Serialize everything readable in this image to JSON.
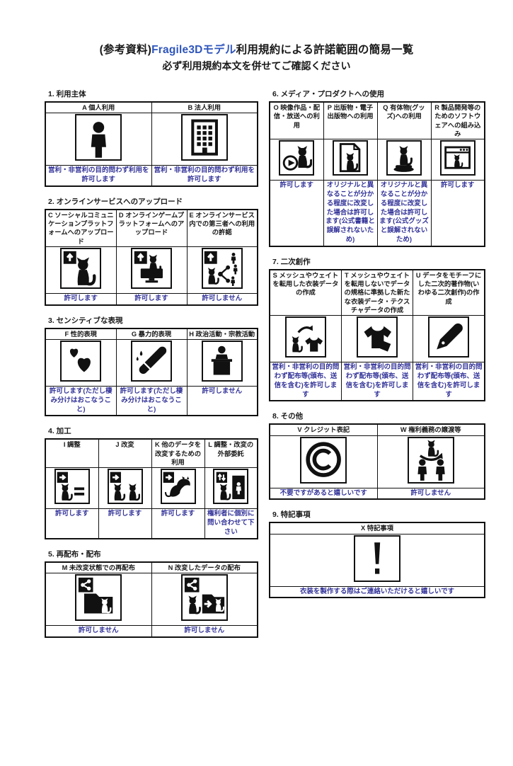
{
  "page": {
    "title_prefix": "(参考資料)",
    "title_brand": "Fragile3Dモデル",
    "title_suffix": "利用規約による許諾範囲の簡易一覧",
    "title_line2": "必ず利用規約本文を併せてご確認ください"
  },
  "colors": {
    "answer_text": "#333399",
    "brand_blue": "#2e55bb",
    "border": "#111111"
  },
  "columns": {
    "left": [
      {
        "heading": "1. 利用主体",
        "cells": [
          {
            "id": "A",
            "header": "A 個人利用",
            "icon": "person-icon",
            "answer": "営利・非営利の目的問わず利用を許可します"
          },
          {
            "id": "B",
            "header": "B 法人利用",
            "icon": "building-icon",
            "answer": "営利・非営利の目的問わず利用を許可します"
          }
        ]
      },
      {
        "heading": "2. オンラインサービスへのアップロード",
        "cells": [
          {
            "id": "C",
            "header": "C ソーシャルコミュニケーションプラットフォームへのアップロード",
            "icon": "upload-cat-icon",
            "answer": "許可します"
          },
          {
            "id": "D",
            "header": "D オンラインゲームプラットフォームへのアップロード",
            "icon": "upload-monitor-cat-icon",
            "answer": "許可します"
          },
          {
            "id": "E",
            "header": "E オンラインサービス内での第三者への利用の許諾",
            "icon": "upload-share-people-icon",
            "answer": "許可しません"
          }
        ]
      },
      {
        "heading": "3. センシティブな表現",
        "cells": [
          {
            "id": "F",
            "header": "F 性的表現",
            "icon": "hearts-icon",
            "answer": "許可します(ただし棲み分けはおこなうこと)"
          },
          {
            "id": "G",
            "header": "G 暴力的表現",
            "icon": "knife-icon",
            "answer": "許可します(ただし棲み分けはおこなうこと)"
          },
          {
            "id": "H",
            "header": "H 政治活動・宗教活動",
            "icon": "podium-icon",
            "answer": "許可しません"
          }
        ]
      },
      {
        "heading": "4. 加工",
        "cells": [
          {
            "id": "I",
            "header": "I 調整",
            "icon": "adjust-cat-icon",
            "answer": "許可します"
          },
          {
            "id": "J",
            "header": "J 改変",
            "icon": "modify-two-cats-icon",
            "answer": "許可します"
          },
          {
            "id": "K",
            "header": "K 他のデータを改変するための利用",
            "icon": "modify-other-data-icon",
            "answer": "許可します"
          },
          {
            "id": "L",
            "header": "L 調整・改変の外部委託",
            "icon": "outsource-door-icon",
            "answer": "権利者に個別に問い合わせて下さい"
          }
        ]
      },
      {
        "heading": "5. 再配布・配布",
        "cells": [
          {
            "id": "M",
            "header": "M 未改変状態での再配布",
            "icon": "share-folder-cat-icon",
            "answer": "許可しません"
          },
          {
            "id": "N",
            "header": "N 改変したデータの配布",
            "icon": "share-folder-modified-icon",
            "answer": "許可しません"
          }
        ]
      }
    ],
    "right": [
      {
        "heading": "6. メディア・プロダクトへの使用",
        "cells": [
          {
            "id": "O",
            "header": "O 映像作品・配信・放送への利用",
            "icon": "video-cat-icon",
            "answer": "許可します"
          },
          {
            "id": "P",
            "header": "P 出版物・電子出版物への利用",
            "icon": "document-cat-icon",
            "answer": "オリジナルと異なることが分かる程度に改変した場合は許可します(公式書籍と誤解されないため)"
          },
          {
            "id": "Q",
            "header": "Q 有体物(グッズ)への利用",
            "icon": "figurine-icon",
            "answer": "オリジナルと異なることが分かる程度に改変した場合は許可します(公式グッズと誤解されないため)"
          },
          {
            "id": "R",
            "header": "R 製品開発等のためのソフトウェアへの組み込み",
            "icon": "software-window-cat-icon",
            "answer": "許可します"
          }
        ]
      },
      {
        "heading": "7. 二次創作",
        "cells": [
          {
            "id": "S",
            "header": "S メッシュやウェイトを転用した衣装データの作成",
            "icon": "costume-transfer-icon",
            "answer": "営利・非営利の目的問わず配布等(頒布、送信を含む)を許可します"
          },
          {
            "id": "T",
            "header": "T メッシュやウェイトを転用しないでデータの規格に準拠した新たな衣装データ・テクスチャデータの作成",
            "icon": "costume-new-icon",
            "answer": "営利・非営利の目的問わず配布等(頒布、送信を含む)を許可します"
          },
          {
            "id": "U",
            "header": "U データをモチーフにした二次的著作物(いわゆる二次創作)の作成",
            "icon": "pen-icon",
            "answer": "営利・非営利の目的問わず配布等(頒布、送信を含む)を許可します"
          }
        ]
      },
      {
        "heading": "8. その他",
        "cells": [
          {
            "id": "V",
            "header": "V クレジット表記",
            "icon": "copyright-icon",
            "answer": "不要ですがあると嬉しいです"
          },
          {
            "id": "W",
            "header": "W 権利義務の譲渡等",
            "icon": "transfer-people-icon",
            "answer": "許可しません"
          }
        ]
      },
      {
        "heading": "9. 特記事項",
        "cells": [
          {
            "id": "X",
            "header": "X 特記事項",
            "icon": "exclamation-icon",
            "answer": "衣装を製作する際はご連絡いただけると嬉しいです"
          }
        ]
      }
    ]
  }
}
